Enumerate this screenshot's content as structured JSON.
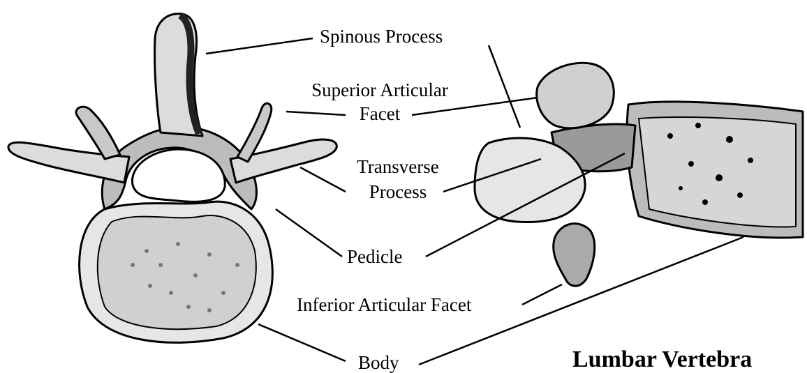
{
  "labels": {
    "spinous_process": "Spinous Process",
    "superior_articular_facet_line1": "Superior Articular",
    "superior_articular_facet_line2": "Facet",
    "transverse_process_line1": "Transverse",
    "transverse_process_line2": "Process",
    "pedicle": "Pedicle",
    "inferior_articular_facet": "Inferior Articular Facet",
    "body": "Body"
  },
  "title": "Lumbar Vertebra",
  "colors": {
    "outline": "#000000",
    "bone_light": "#f0f0f0",
    "bone_mid": "#b8b8b8",
    "bone_dark": "#6e6e6e",
    "body_fill": "#d9d9d9"
  }
}
